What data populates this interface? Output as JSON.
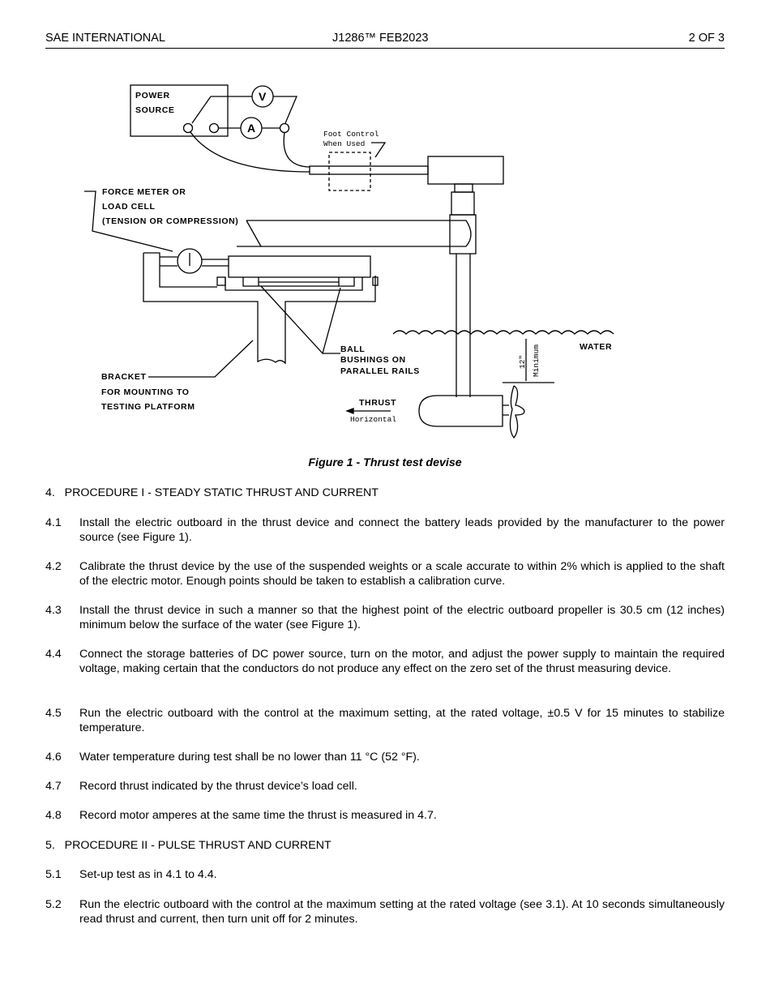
{
  "header": {
    "left": "SAE INTERNATIONAL",
    "center": "J1286™ FEB2023",
    "right": "2 OF 3"
  },
  "figure": {
    "labels": {
      "power_source_1": "POWER",
      "power_source_2": "SOURCE",
      "voltmeter": "V",
      "ammeter": "A",
      "foot_control_1": "Foot Control",
      "foot_control_2": "When Used",
      "force_meter_1": "FORCE METER OR",
      "force_meter_2": "LOAD CELL",
      "force_meter_3": "(TENSION OR COMPRESSION)",
      "bracket_1": "BRACKET",
      "bracket_2": "FOR MOUNTING TO",
      "bracket_3": "TESTING PLATFORM",
      "ball_1": "BALL",
      "ball_2": "BUSHINGS ON",
      "ball_3": "PARALLEL RAILS",
      "water": "WATER",
      "depth_1": "12\"",
      "depth_2": "Minimum",
      "thrust": "THRUST",
      "horizontal": "Horizontal"
    },
    "caption": "Figure 1 - Thrust test devise"
  },
  "sections": [
    {
      "heading": "4.   PROCEDURE I - STEADY STATIC THRUST AND CURRENT"
    },
    {
      "heading": "5.   PROCEDURE II - PULSE THRUST AND CURRENT"
    }
  ],
  "paragraphs": [
    {
      "num": "4.1",
      "text": "Install the electric outboard in the thrust device and connect the battery leads provided by the manufacturer to the power source (see Figure 1)."
    },
    {
      "num": "4.2",
      "text": "Calibrate the thrust device by the use of the suspended weights or a scale accurate to within 2% which is applied to the shaft of the electric motor. Enough points should be taken to establish a calibration curve."
    },
    {
      "num": "4.3",
      "text": "Install the thrust device in such a manner so that the highest point of the electric outboard propeller is 30.5 cm (12 inches) minimum below the surface of the water (see Figure 1)."
    },
    {
      "num": "4.4",
      "text": "Connect the storage batteries of DC power source, turn on the motor, and adjust the power supply to maintain the required voltage, making certain that the conductors do not produce any effect on the zero set of the thrust measuring device."
    },
    {
      "num": "4.5",
      "text": "Run the electric outboard with the control at the maximum setting, at the rated voltage, ±0.5 V for 15 minutes to stabilize temperature."
    },
    {
      "num": "4.6",
      "text": "Water temperature during test shall be no lower than 11 °C (52 °F)."
    },
    {
      "num": "4.7",
      "text": "Record thrust indicated by the thrust device’s load cell."
    },
    {
      "num": "4.8",
      "text": "Record motor amperes at the same time the thrust is measured in 4.7."
    },
    {
      "num": "5.1",
      "text": "Set-up test as in 4.1 to 4.4."
    },
    {
      "num": "5.2",
      "text": "Run the electric outboard with the control at the maximum setting at the rated voltage (see 3.1). At 10 seconds simultaneously read thrust and current, then turn unit off for 2 minutes."
    }
  ]
}
